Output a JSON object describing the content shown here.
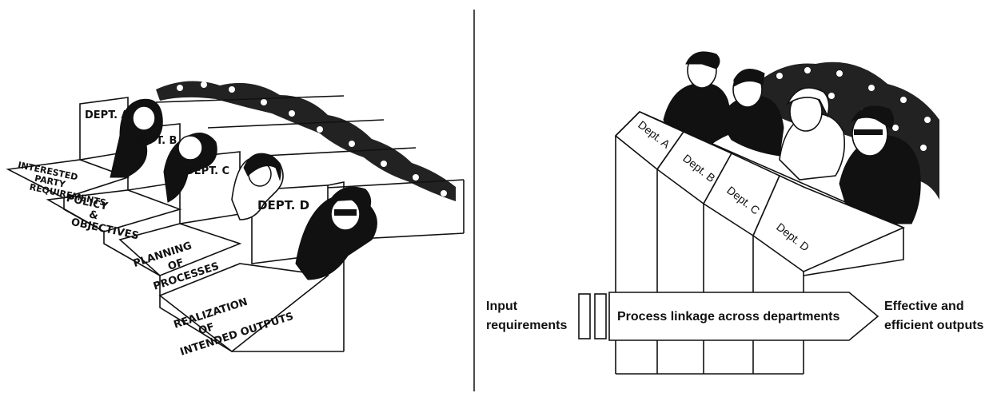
{
  "left_panel": {
    "departments": [
      "DEPT. A",
      "DEPT. B",
      "DEPT. C",
      "DEPT. D"
    ],
    "steps": [
      [
        "INTERESTED",
        "PARTY",
        "REQUIREMENTS"
      ],
      [
        "POLICY",
        "&",
        "OBJECTIVES"
      ],
      [
        "PLANNING",
        "OF",
        "PROCESSES"
      ],
      [
        "REALIZATION",
        "OF",
        "INTENDED OUTPUTS"
      ]
    ]
  },
  "right_panel": {
    "departments": [
      "Dept. A",
      "Dept. B",
      "Dept. C",
      "Dept. D"
    ],
    "input_label": [
      "Input",
      "requirements"
    ],
    "arrow_label": "Process linkage across departments",
    "output_label": [
      "Effective and",
      "efficient outputs"
    ]
  },
  "colors": {
    "ink": "#111111",
    "background": "#ffffff"
  }
}
